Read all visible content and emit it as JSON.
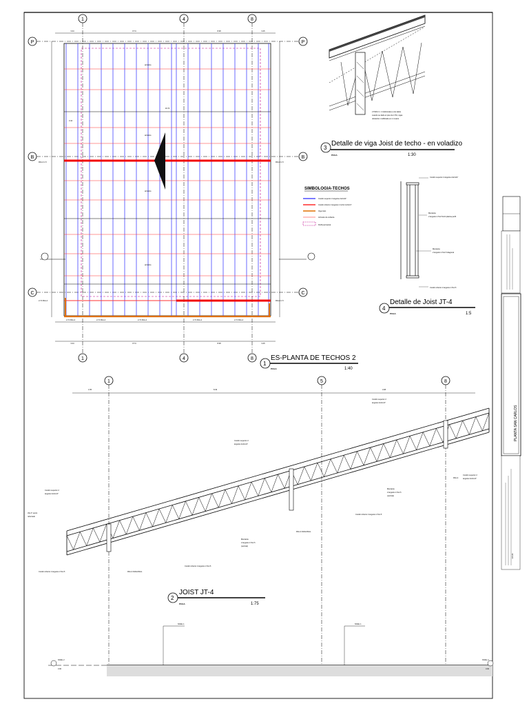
{
  "grids": {
    "plan_columns": [
      "1",
      "4",
      "8"
    ],
    "plan_rows": [
      "P",
      "B",
      "C"
    ],
    "elevation_columns": [
      "1",
      "5",
      "8"
    ]
  },
  "views": {
    "plan": {
      "number": "1",
      "title": "ES-PLANTA DE TECHOS  2",
      "label": "PCGA",
      "scale": "1:40"
    },
    "detail_cantilever": {
      "number": "3",
      "title": "Detalle de viga Joist de techo - en voladizo",
      "label": "PCGA",
      "scale": "1:30"
    },
    "detail_joist": {
      "number": "4",
      "title": "Detalle de Joist JT-4",
      "label": "PCGA",
      "scale": "1:5"
    },
    "elevation": {
      "number": "2",
      "title": "JOIST JT-4",
      "label": "PCGA",
      "scale": "1:75"
    }
  },
  "legend": {
    "title": "SIMBOLOGIA-TECHOS",
    "items": [
      {
        "label": "Cordón superior 2 ángulos 2x2x1/4\"",
        "color": "#2a2aff"
      },
      {
        "label": "Cordón inferior 2 ángulos 1 1/2x1 1/2x1/4\"",
        "color": "#ff0000"
      },
      {
        "label": "Viga Joist",
        "color": "#e07000"
      },
      {
        "label": "Arriostre de cubierta",
        "color": "#ff6060"
      },
      {
        "label": "Perfil perimetral",
        "color": "#c0008c"
      }
    ]
  },
  "elevation_levels": {
    "left": "NIVEL 2",
    "right": "NIVEL 2",
    "value": "3.00"
  },
  "title_block": {
    "project": "PLANTA SAN CARLOS",
    "sheet": "ES-09"
  }
}
